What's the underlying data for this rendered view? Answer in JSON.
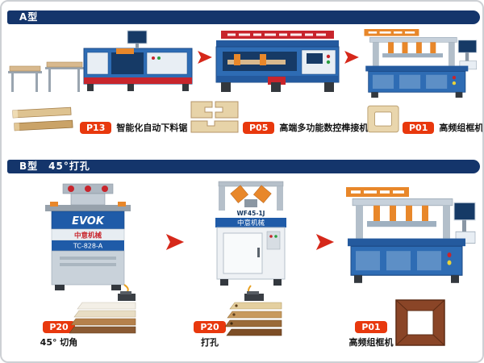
{
  "colors": {
    "header_bar": "#14356b",
    "tag_red": "#e8380d",
    "arrow_red": "#d6281a",
    "machine_blue": "#2e6cb4",
    "accent_orange": "#e8872a"
  },
  "section_a": {
    "header": "A型",
    "steps": [
      {
        "code": "P13",
        "label": "智能化自动下料锯"
      },
      {
        "code": "P05",
        "label": "高端多功能数控榫接机"
      },
      {
        "code": "P01",
        "label": "高频组框机"
      }
    ]
  },
  "section_b": {
    "header": "B型　45°打孔",
    "steps": [
      {
        "code": "P20",
        "label": "45° 切角"
      },
      {
        "code": "P20",
        "label": "打孔"
      },
      {
        "code": "P01",
        "label": "高频组框机"
      }
    ]
  },
  "machines": {
    "evok": {
      "brand": "EVOK",
      "maker": "中意机械",
      "model": "TC-828-A"
    },
    "wf45": {
      "model": "WF45-1J",
      "maker": "中意机械"
    }
  }
}
